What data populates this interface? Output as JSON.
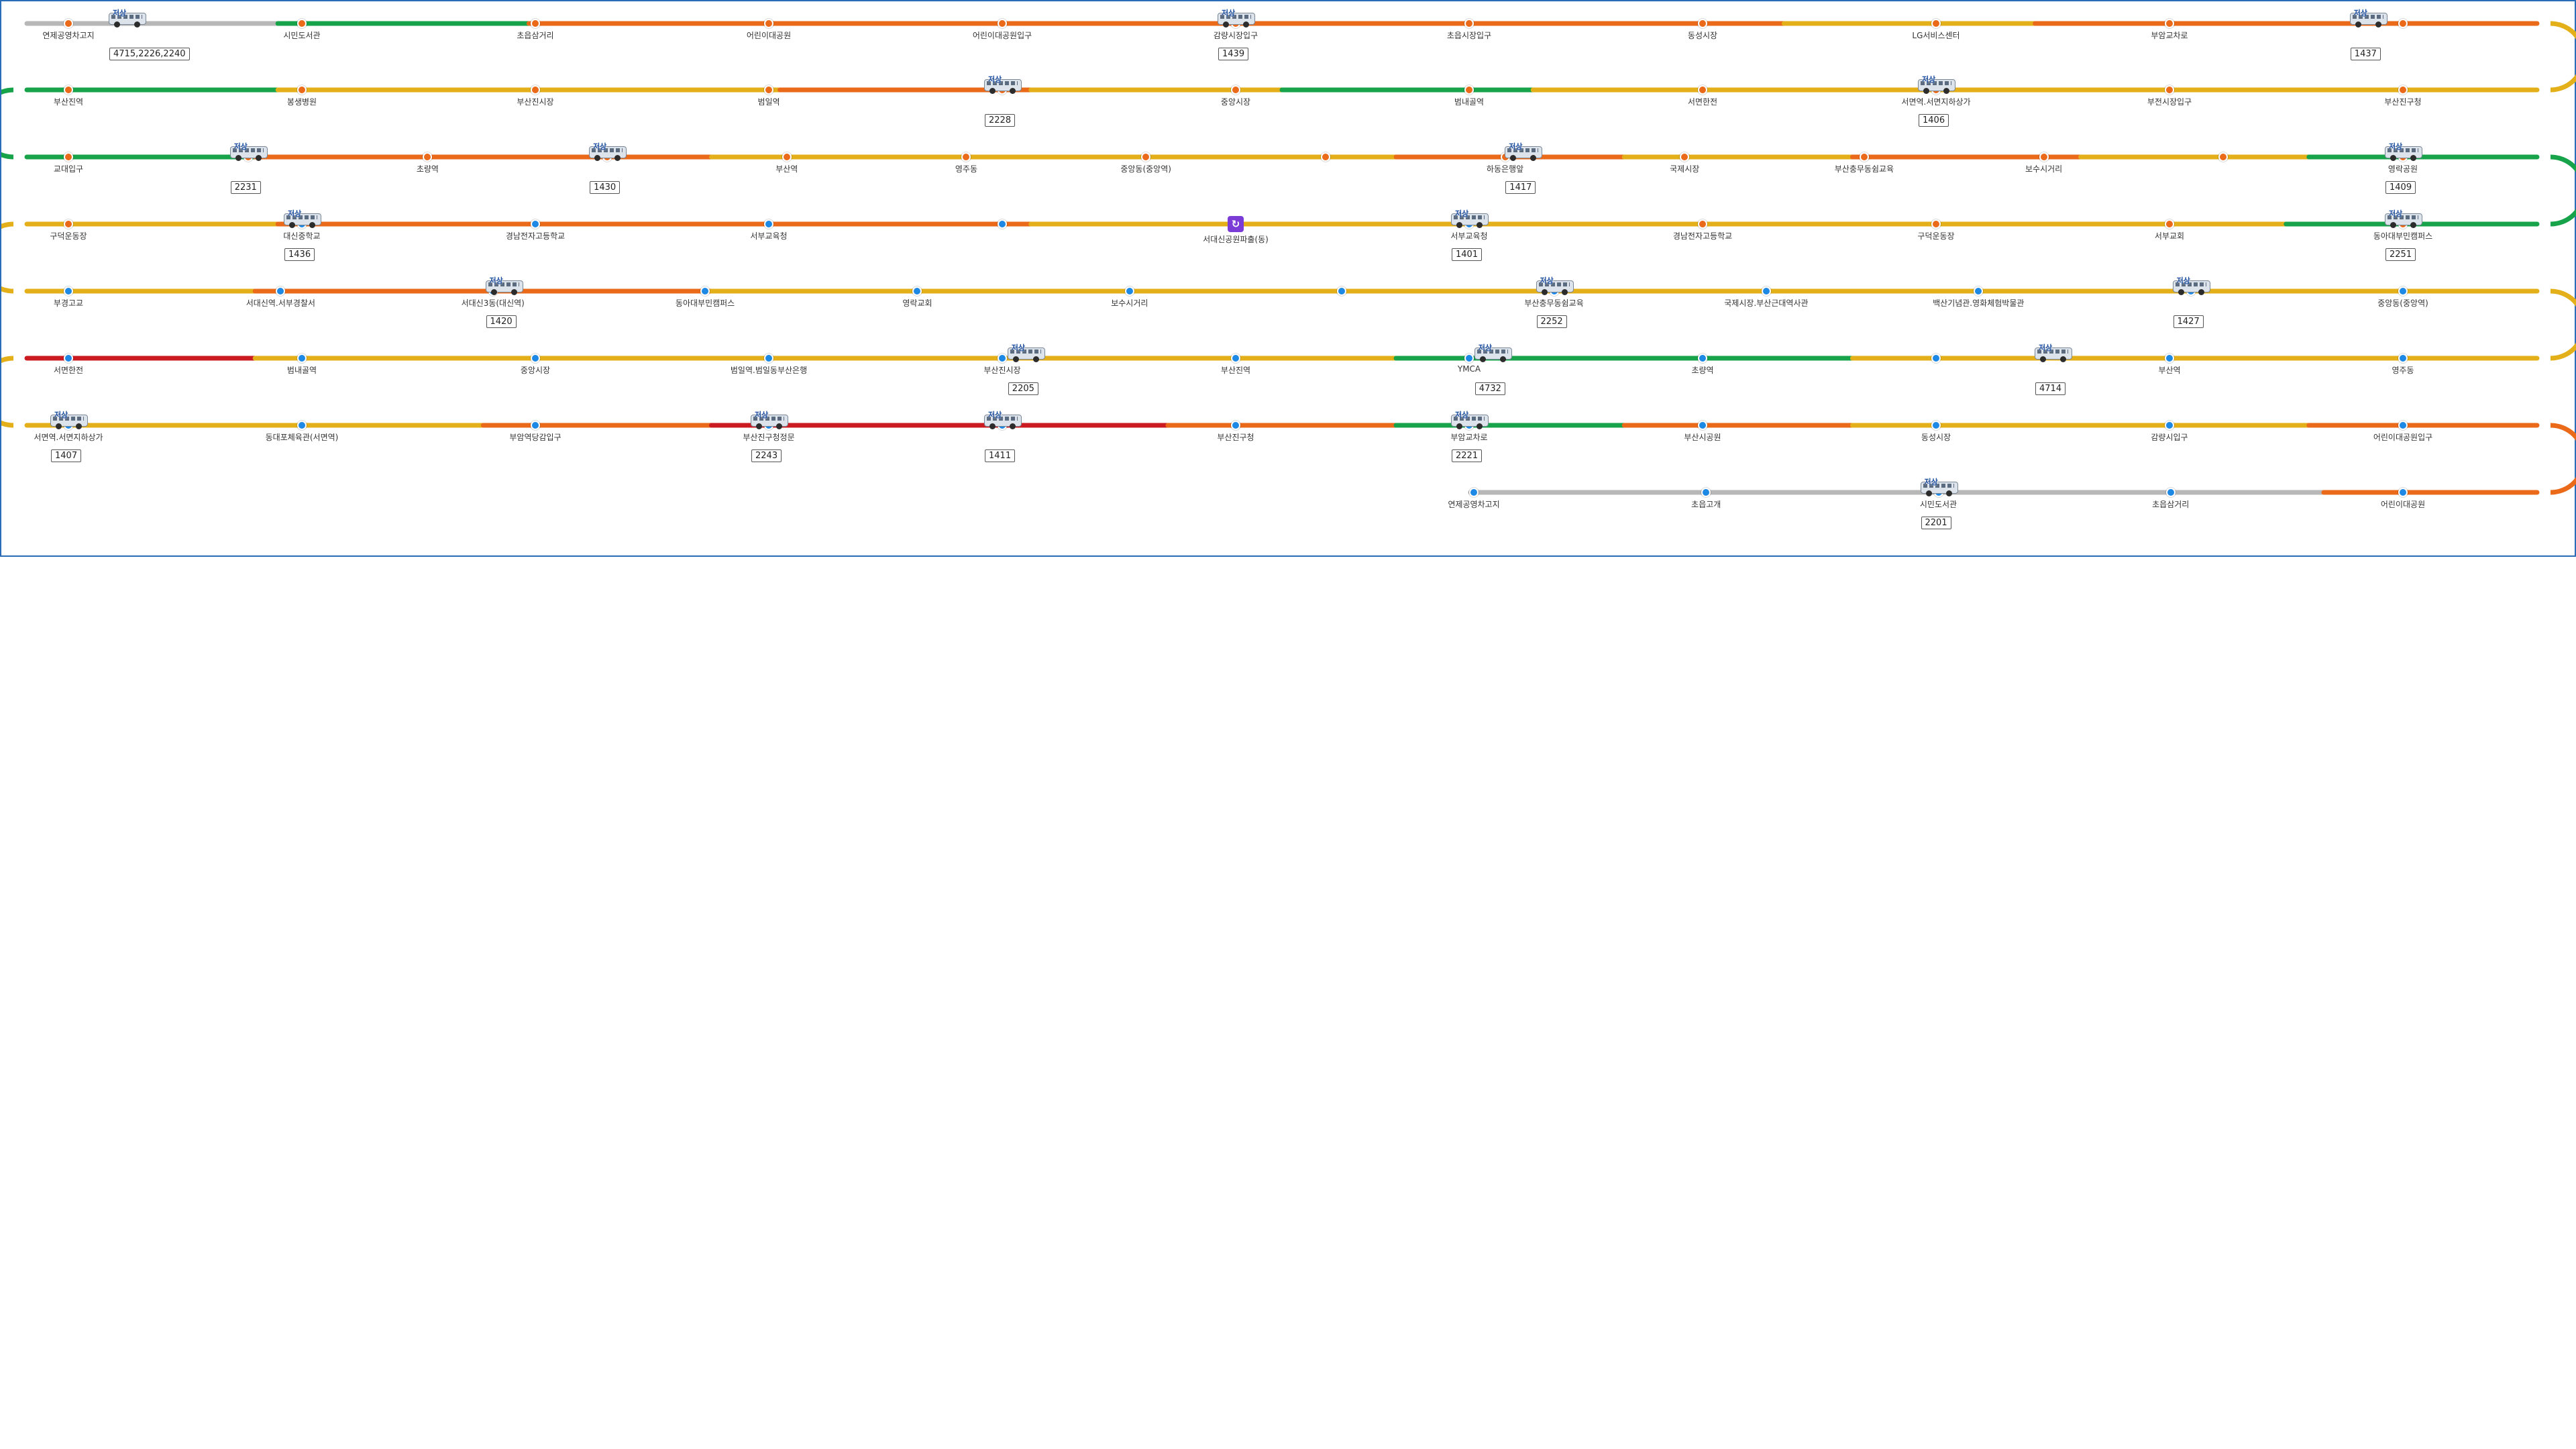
{
  "colors": {
    "green": "#16a34a",
    "orange": "#ea6a1a",
    "yellow": "#e4b01a",
    "red": "#cc1b20",
    "gray": "#b7b7b7",
    "purple": "#7b3bd6"
  },
  "rows": [
    {
      "dir": "right",
      "segments": [
        "gray",
        "green",
        "orange",
        "orange",
        "orange",
        "orange",
        "orange",
        "yellow",
        "orange",
        "orange"
      ],
      "stations": [
        {
          "name": "연제공영차고지",
          "dot": "orange"
        },
        {
          "name": "시민도서관",
          "dot": "orange"
        },
        {
          "name": "초읍삼거리",
          "dot": "orange"
        },
        {
          "name": "어린이대공원",
          "dot": "orange"
        },
        {
          "name": "어린이대공원입구",
          "dot": "orange"
        },
        {
          "name": "감량시장입구",
          "dot": "orange"
        },
        {
          "name": "초읍시장입구",
          "dot": "orange"
        },
        {
          "name": "동성시장",
          "dot": "orange"
        },
        {
          "name": "LG서비스센터",
          "dot": "orange"
        },
        {
          "name": "부암교차로",
          "dot": "orange"
        },
        {
          "name": "",
          "dot": "orange"
        }
      ],
      "buses": [
        {
          "at": 0.25,
          "plate": "4715,2226,2240"
        },
        {
          "at": 5,
          "plate": "1439"
        },
        {
          "at": 9.85,
          "plate": "1437"
        }
      ]
    },
    {
      "dir": "left",
      "segments": [
        "green",
        "yellow",
        "yellow",
        "orange",
        "yellow",
        "green",
        "yellow",
        "yellow",
        "yellow",
        "yellow"
      ],
      "stations": [
        {
          "name": "부산진역",
          "dot": "orange"
        },
        {
          "name": "봉생병원",
          "dot": "orange"
        },
        {
          "name": "부산진시장",
          "dot": "orange"
        },
        {
          "name": "범일역",
          "dot": "orange"
        },
        {
          "name": "",
          "dot": "orange"
        },
        {
          "name": "중앙시장",
          "dot": "orange"
        },
        {
          "name": "범내골역",
          "dot": "orange"
        },
        {
          "name": "서면한전",
          "dot": "orange"
        },
        {
          "name": "서면역.서면지하상가",
          "dot": "orange"
        },
        {
          "name": "부전시장입구",
          "dot": "orange"
        },
        {
          "name": "부산진구청",
          "dot": "orange"
        }
      ],
      "buses": [
        {
          "at": 4,
          "plate": "2228"
        },
        {
          "at": 8,
          "plate": "1406"
        }
      ]
    },
    {
      "dir": "right",
      "segments": [
        "green",
        "orange",
        "orange",
        "yellow",
        "yellow",
        "yellow",
        "orange",
        "yellow",
        "orange",
        "yellow",
        "green"
      ],
      "stations": [
        {
          "name": "교대입구",
          "dot": "orange"
        },
        {
          "name": "",
          "dot": "orange"
        },
        {
          "name": "초량역",
          "dot": "orange"
        },
        {
          "name": "",
          "dot": "orange"
        },
        {
          "name": "부산역",
          "dot": "orange"
        },
        {
          "name": "영주동",
          "dot": "orange"
        },
        {
          "name": "중앙동(중앙역)",
          "dot": "orange"
        },
        {
          "name": "",
          "dot": "orange"
        },
        {
          "name": "하동은행앞",
          "dot": "orange"
        },
        {
          "name": "국제시장",
          "dot": "orange"
        },
        {
          "name": "부산충무동쉼교육",
          "dot": "orange"
        },
        {
          "name": "보수시거리",
          "dot": "orange"
        },
        {
          "name": "",
          "dot": "orange"
        },
        {
          "name": "영락공원",
          "dot": "orange"
        }
      ],
      "buses": [
        {
          "at": 1,
          "plate": "2231"
        },
        {
          "at": 3,
          "plate": "1430"
        },
        {
          "at": 8.1,
          "plate": "1417"
        },
        {
          "at": 13,
          "plate": "1409"
        }
      ]
    },
    {
      "dir": "left",
      "segments": [
        "yellow",
        "orange",
        "orange",
        "orange",
        "yellow",
        "yellow",
        "yellow",
        "yellow",
        "yellow",
        "green"
      ],
      "stations": [
        {
          "name": "구덕운동장",
          "dot": "orange"
        },
        {
          "name": "대신중학교",
          "dot": "blue"
        },
        {
          "name": "경남전자고등학교",
          "dot": "blue"
        },
        {
          "name": "서부교육청",
          "dot": "blue"
        },
        {
          "name": "",
          "dot": "blue"
        },
        {
          "name": "서대신공원파출(동)",
          "dot": "purple"
        },
        {
          "name": "서부교육청",
          "dot": "blue"
        },
        {
          "name": "경남전자고등학교",
          "dot": "orange"
        },
        {
          "name": "구덕운동장",
          "dot": "orange"
        },
        {
          "name": "서부교회",
          "dot": "orange"
        },
        {
          "name": "동아대부민캠퍼스",
          "dot": "orange"
        }
      ],
      "buses": [
        {
          "at": 1,
          "plate": "1436"
        },
        {
          "at": 6,
          "plate": "1401"
        },
        {
          "at": 11,
          "plate": "2251"
        }
      ]
    },
    {
      "dir": "right",
      "segments": [
        "yellow",
        "orange",
        "orange",
        "yellow",
        "yellow",
        "yellow",
        "yellow",
        "yellow",
        "yellow",
        "yellow",
        "yellow"
      ],
      "stations": [
        {
          "name": "부경고교",
          "dot": "blue"
        },
        {
          "name": "서대신역.서부경찰서",
          "dot": "blue"
        },
        {
          "name": "서대신3동(대신역)",
          "dot": "blue"
        },
        {
          "name": "동아대부민캠퍼스",
          "dot": "blue"
        },
        {
          "name": "영락교회",
          "dot": "blue"
        },
        {
          "name": "보수시거리",
          "dot": "blue"
        },
        {
          "name": "",
          "dot": "blue"
        },
        {
          "name": "부산충무동쉼교육",
          "dot": "blue"
        },
        {
          "name": "국제시장.부산근대역사관",
          "dot": "blue"
        },
        {
          "name": "백산기념관.영화체험박물관",
          "dot": "blue"
        },
        {
          "name": "",
          "dot": "blue"
        },
        {
          "name": "중앙동(중앙역)",
          "dot": "blue"
        }
      ],
      "buses": [
        {
          "at": 2.05,
          "plate": "1420"
        },
        {
          "at": 7,
          "plate": "2252"
        },
        {
          "at": 10,
          "plate": "1427"
        }
      ]
    },
    {
      "dir": "left",
      "segments": [
        "red",
        "yellow",
        "yellow",
        "yellow",
        "yellow",
        "yellow",
        "green",
        "green",
        "yellow",
        "yellow",
        "yellow"
      ],
      "stations": [
        {
          "name": "서면한전",
          "dot": "blue"
        },
        {
          "name": "범내골역",
          "dot": "blue"
        },
        {
          "name": "중앙시장",
          "dot": "blue"
        },
        {
          "name": "범일역.범일동부산은행",
          "dot": "blue"
        },
        {
          "name": "부산진시장",
          "dot": "blue"
        },
        {
          "name": "부산진역",
          "dot": "blue"
        },
        {
          "name": "YMCA",
          "dot": "blue"
        },
        {
          "name": "초량역",
          "dot": "blue"
        },
        {
          "name": "",
          "dot": "blue"
        },
        {
          "name": "부산역",
          "dot": "blue"
        },
        {
          "name": "영주동",
          "dot": "blue"
        }
      ],
      "buses": [
        {
          "at": 4.1,
          "plate": "2205"
        },
        {
          "at": 6.1,
          "plate": "4732"
        },
        {
          "at": 8.5,
          "plate": "4714"
        }
      ]
    },
    {
      "dir": "right",
      "segments": [
        "yellow",
        "yellow",
        "orange",
        "red",
        "red",
        "orange",
        "green",
        "orange",
        "yellow",
        "yellow",
        "orange"
      ],
      "stations": [
        {
          "name": "서면역.서면지하상가",
          "dot": "blue"
        },
        {
          "name": "동대포체육관(서면역)",
          "dot": "blue"
        },
        {
          "name": "부암역당감입구",
          "dot": "blue"
        },
        {
          "name": "부산진구청정문",
          "dot": "blue"
        },
        {
          "name": "",
          "dot": "blue"
        },
        {
          "name": "부산진구청",
          "dot": "blue"
        },
        {
          "name": "부암교차로",
          "dot": "blue"
        },
        {
          "name": "부산시공원",
          "dot": "blue"
        },
        {
          "name": "동성시장",
          "dot": "blue"
        },
        {
          "name": "감량시입구",
          "dot": "blue"
        },
        {
          "name": "어린이대공원입구",
          "dot": "blue"
        }
      ],
      "buses": [
        {
          "at": 0,
          "plate": "1407"
        },
        {
          "at": 3,
          "plate": "2243"
        },
        {
          "at": 4,
          "plate": "1411"
        },
        {
          "at": 6,
          "plate": "2221"
        }
      ]
    },
    {
      "dir": "left",
      "segments": [
        "gray",
        "gray",
        "gray",
        "gray",
        "orange"
      ],
      "stations": [
        {
          "name": "연제공영차고지",
          "dot": "blue"
        },
        {
          "name": "초읍고개",
          "dot": "blue"
        },
        {
          "name": "시민도서관",
          "dot": "blue"
        },
        {
          "name": "초읍삼거리",
          "dot": "blue"
        },
        {
          "name": "어린이대공원",
          "dot": "blue"
        }
      ],
      "buses": [
        {
          "at": 2,
          "plate": "2201"
        }
      ]
    }
  ],
  "bus_tag": "저상"
}
